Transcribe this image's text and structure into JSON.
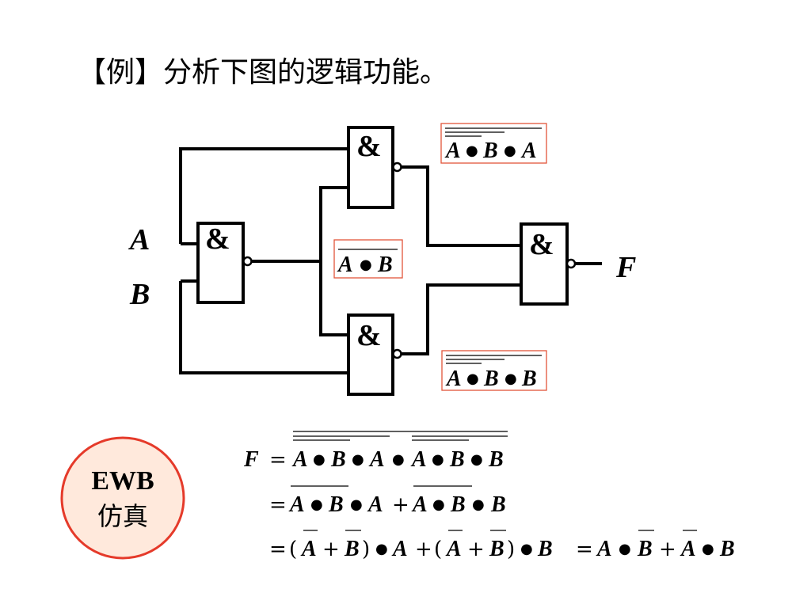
{
  "title": "【例】分析下图的逻辑功能。",
  "gate_symbol": "&",
  "inputs": {
    "a": "A",
    "b": "B"
  },
  "output": "F",
  "labels": {
    "top_gate": "A • B • A",
    "middle_gate": "A • B",
    "bottom_gate": "A • B • B"
  },
  "badge": {
    "line1": "EWB",
    "line2": "仿真"
  },
  "equations": {
    "line1_lhs": "F",
    "line1": "= A • B • A • A • B • B",
    "line2": "= A • B • A + A • B • B",
    "line3": "= (A + B) • A + (A + B) • B",
    "line3_result": "= A • B + A • B"
  },
  "colors": {
    "label_border": "#e2553a",
    "badge_border": "#e53a2a",
    "badge_fill": "#ffe9dc"
  }
}
